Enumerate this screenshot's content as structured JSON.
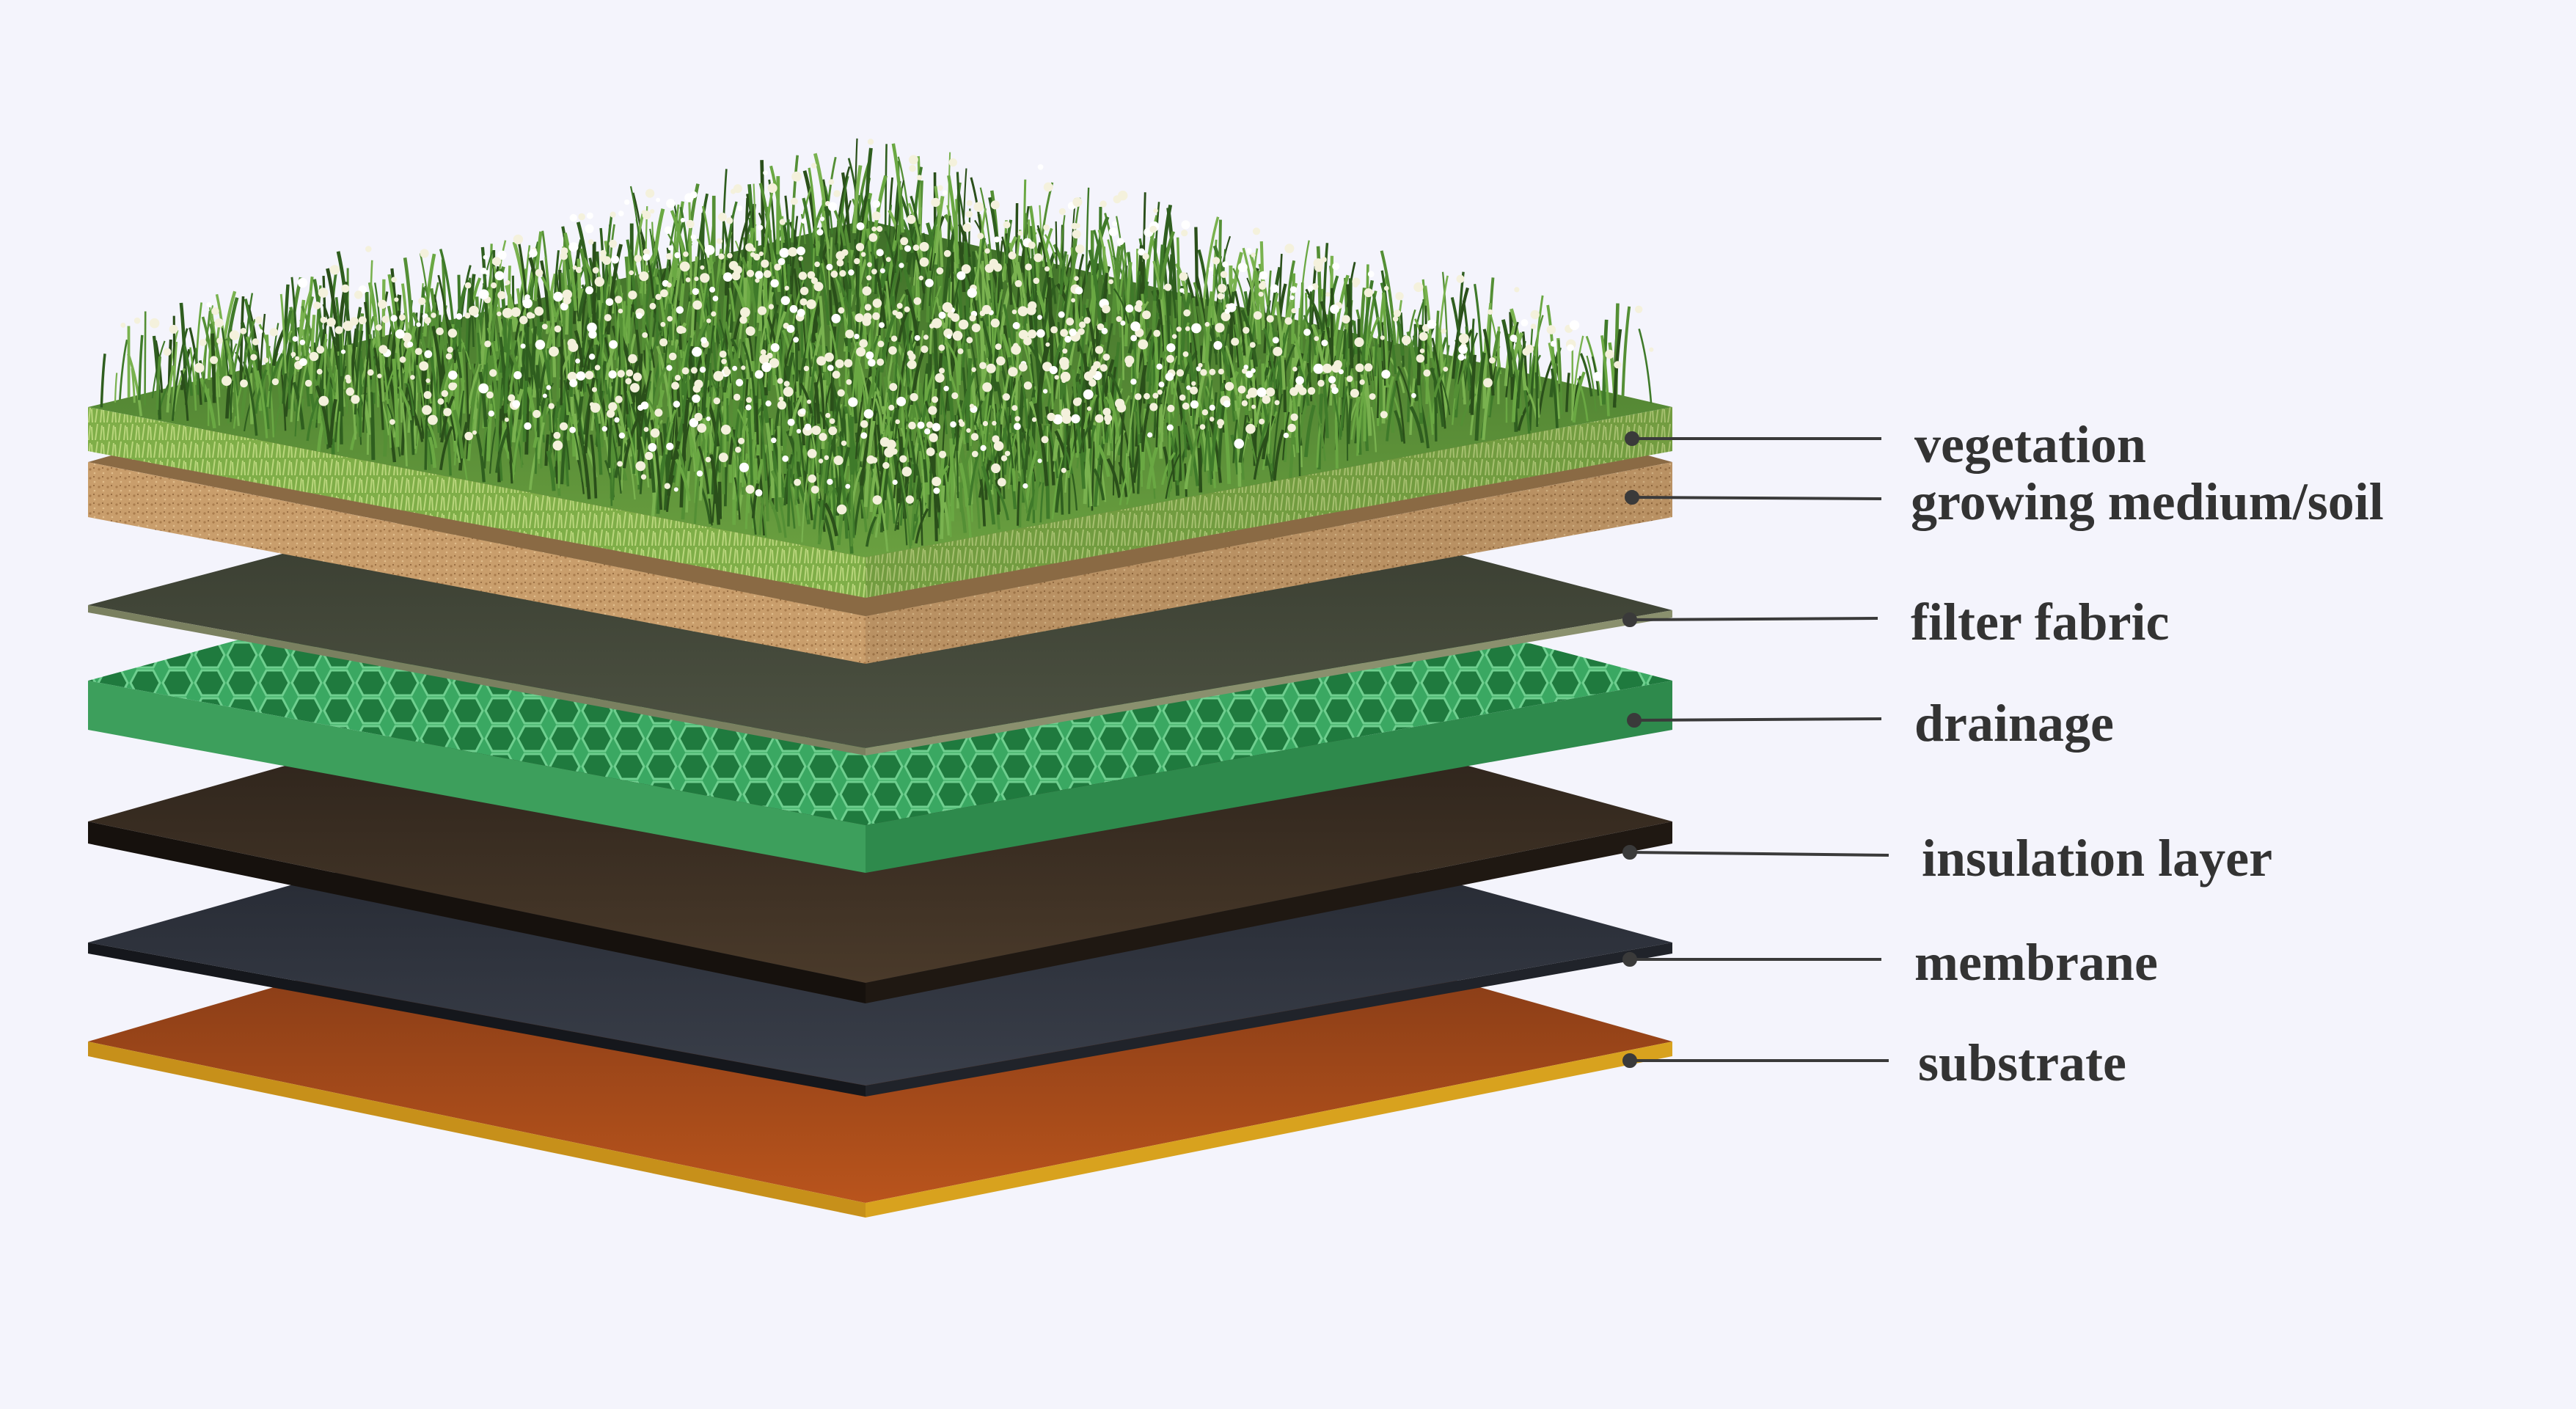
{
  "labels": {
    "vegetation": "vegetation",
    "growing_medium": "growing medium/soil",
    "filter_fabric": "filter fabric",
    "drainage": "drainage",
    "insulation": "insulation layer",
    "membrane": "membrane",
    "substrate": "substrate"
  },
  "colors": {
    "background": "#f4f4fc",
    "label_text": "#333333",
    "leader_line": "#3a3a3a",
    "vegetation": "#5a8a3a",
    "soil": "#c69a68",
    "filter_fabric": "#3e4235",
    "drainage": "#2f9a55",
    "insulation": "#2a221c",
    "membrane": "#2c2f38",
    "substrate": "#a04a1a"
  }
}
